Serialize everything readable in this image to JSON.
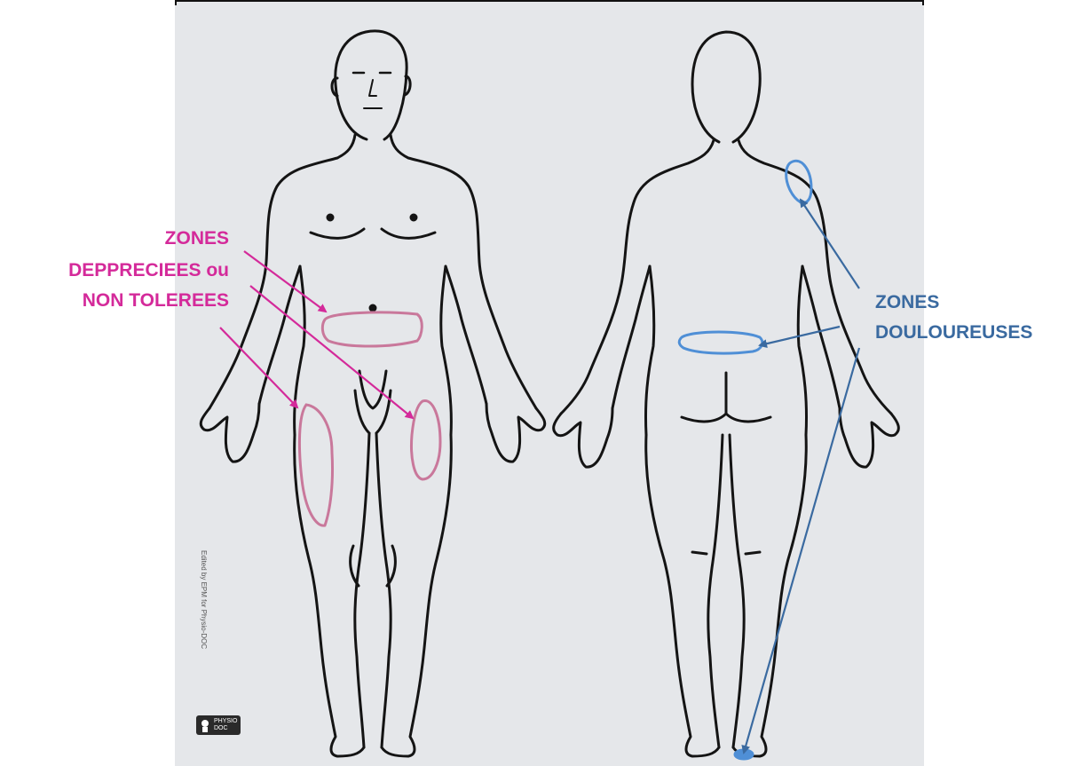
{
  "left_label": {
    "lines": [
      "ZONES",
      "DEPPRECIEES ou",
      "NON TOLEREES"
    ],
    "color": "#d42a9a"
  },
  "right_label": {
    "lines": [
      "ZONES",
      "DOULOUREUSES"
    ],
    "color": "#3a6aa0"
  },
  "figures": {
    "front": "front-body-figure",
    "back": "back-body-figure"
  },
  "credit": {
    "text": "Edited by EPM for Physio-DOC"
  },
  "logo": {
    "text": "PHYSIO DOC"
  },
  "colors": {
    "paper": "#e5e7ea",
    "outline": "#141414",
    "pink_zone": "#c9789b",
    "blue_zone": "#4f8fd6",
    "pink_arrow": "#d42a9a",
    "blue_arrow": "#3a6aa0"
  }
}
